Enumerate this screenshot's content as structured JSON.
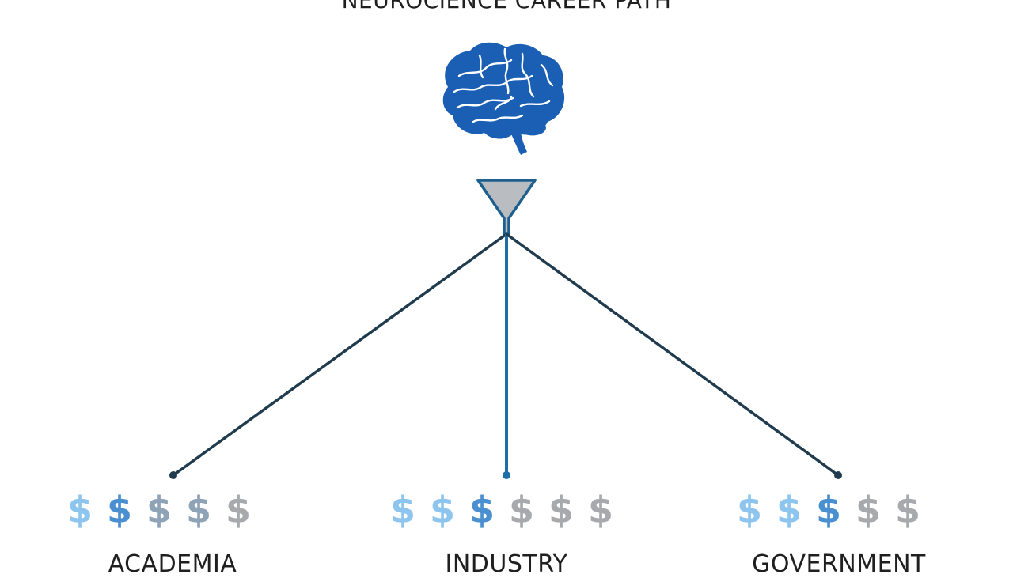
{
  "title": "NEUROCIENCE CAREER PATH",
  "colors": {
    "brain": "#1a5fb4",
    "funnel_fill": "#b9bcc0",
    "funnel_stroke": "#1e5f8e",
    "branch_dark": "#1f3b4d",
    "branch_center": "#1d6fa5",
    "dollar_light": "#8ec5ee",
    "dollar_mid": "#4a8fd0",
    "dollar_slate": "#8fa3b7",
    "dollar_gray": "#a7a9ac"
  },
  "icons": {
    "brain": "brain-icon",
    "funnel": "funnel-icon"
  },
  "paths": [
    {
      "id": "academia",
      "label": "ACADEMIA",
      "dollars": [
        "$",
        "$",
        "$",
        "$",
        "$"
      ],
      "dollar_tones": [
        "dollar_light",
        "dollar_mid",
        "dollar_slate",
        "dollar_slate",
        "dollar_gray"
      ]
    },
    {
      "id": "industry",
      "label": "INDUSTRY",
      "dollars": [
        "$",
        "$",
        "$",
        "$",
        "$",
        "$"
      ],
      "dollar_tones": [
        "dollar_light",
        "dollar_light",
        "dollar_mid",
        "dollar_gray",
        "dollar_gray",
        "dollar_gray"
      ]
    },
    {
      "id": "government",
      "label": "GOVERNMENT",
      "dollars": [
        "$",
        "$",
        "$",
        "$",
        "$"
      ],
      "dollar_tones": [
        "dollar_light",
        "dollar_light",
        "dollar_mid",
        "dollar_gray",
        "dollar_gray"
      ]
    }
  ]
}
